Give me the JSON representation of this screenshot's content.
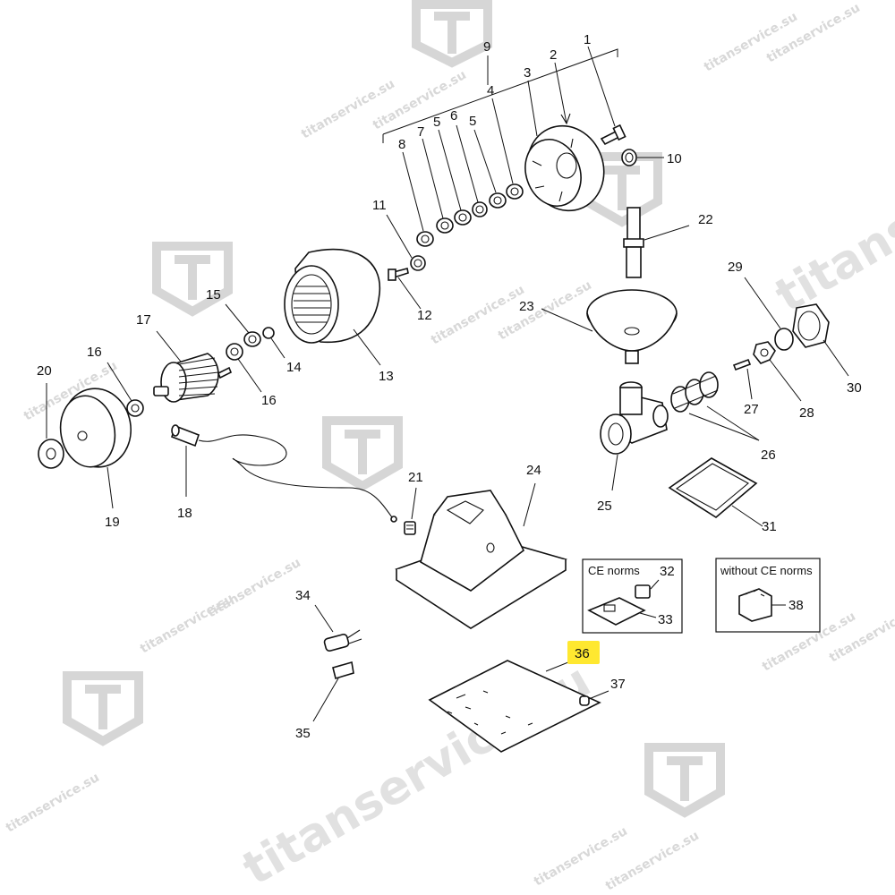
{
  "watermark": {
    "site": "titanservice.su",
    "logo_icon": "titan-T-logo-icon"
  },
  "highlight_color": "#ffe830",
  "callouts": {
    "n1": "1",
    "n2": "2",
    "n3": "3",
    "n4": "4",
    "n5a": "5",
    "n5b": "5",
    "n6": "6",
    "n7": "7",
    "n8": "8",
    "n9": "9",
    "n10": "10",
    "n11": "11",
    "n12": "12",
    "n13": "13",
    "n14": "14",
    "n15": "15",
    "n16a": "16",
    "n16b": "16",
    "n17": "17",
    "n18": "18",
    "n19": "19",
    "n20": "20",
    "n21": "21",
    "n22": "22",
    "n23": "23",
    "n24": "24",
    "n25": "25",
    "n26": "26",
    "n27": "27",
    "n28": "28",
    "n29": "29",
    "n30": "30",
    "n31": "31",
    "n32": "32",
    "n33": "33",
    "n34": "34",
    "n35": "35",
    "n36": "36",
    "n37": "37",
    "n38": "38"
  },
  "boxes": {
    "ce_title": "CE norms",
    "non_ce_title": "without CE norms"
  }
}
